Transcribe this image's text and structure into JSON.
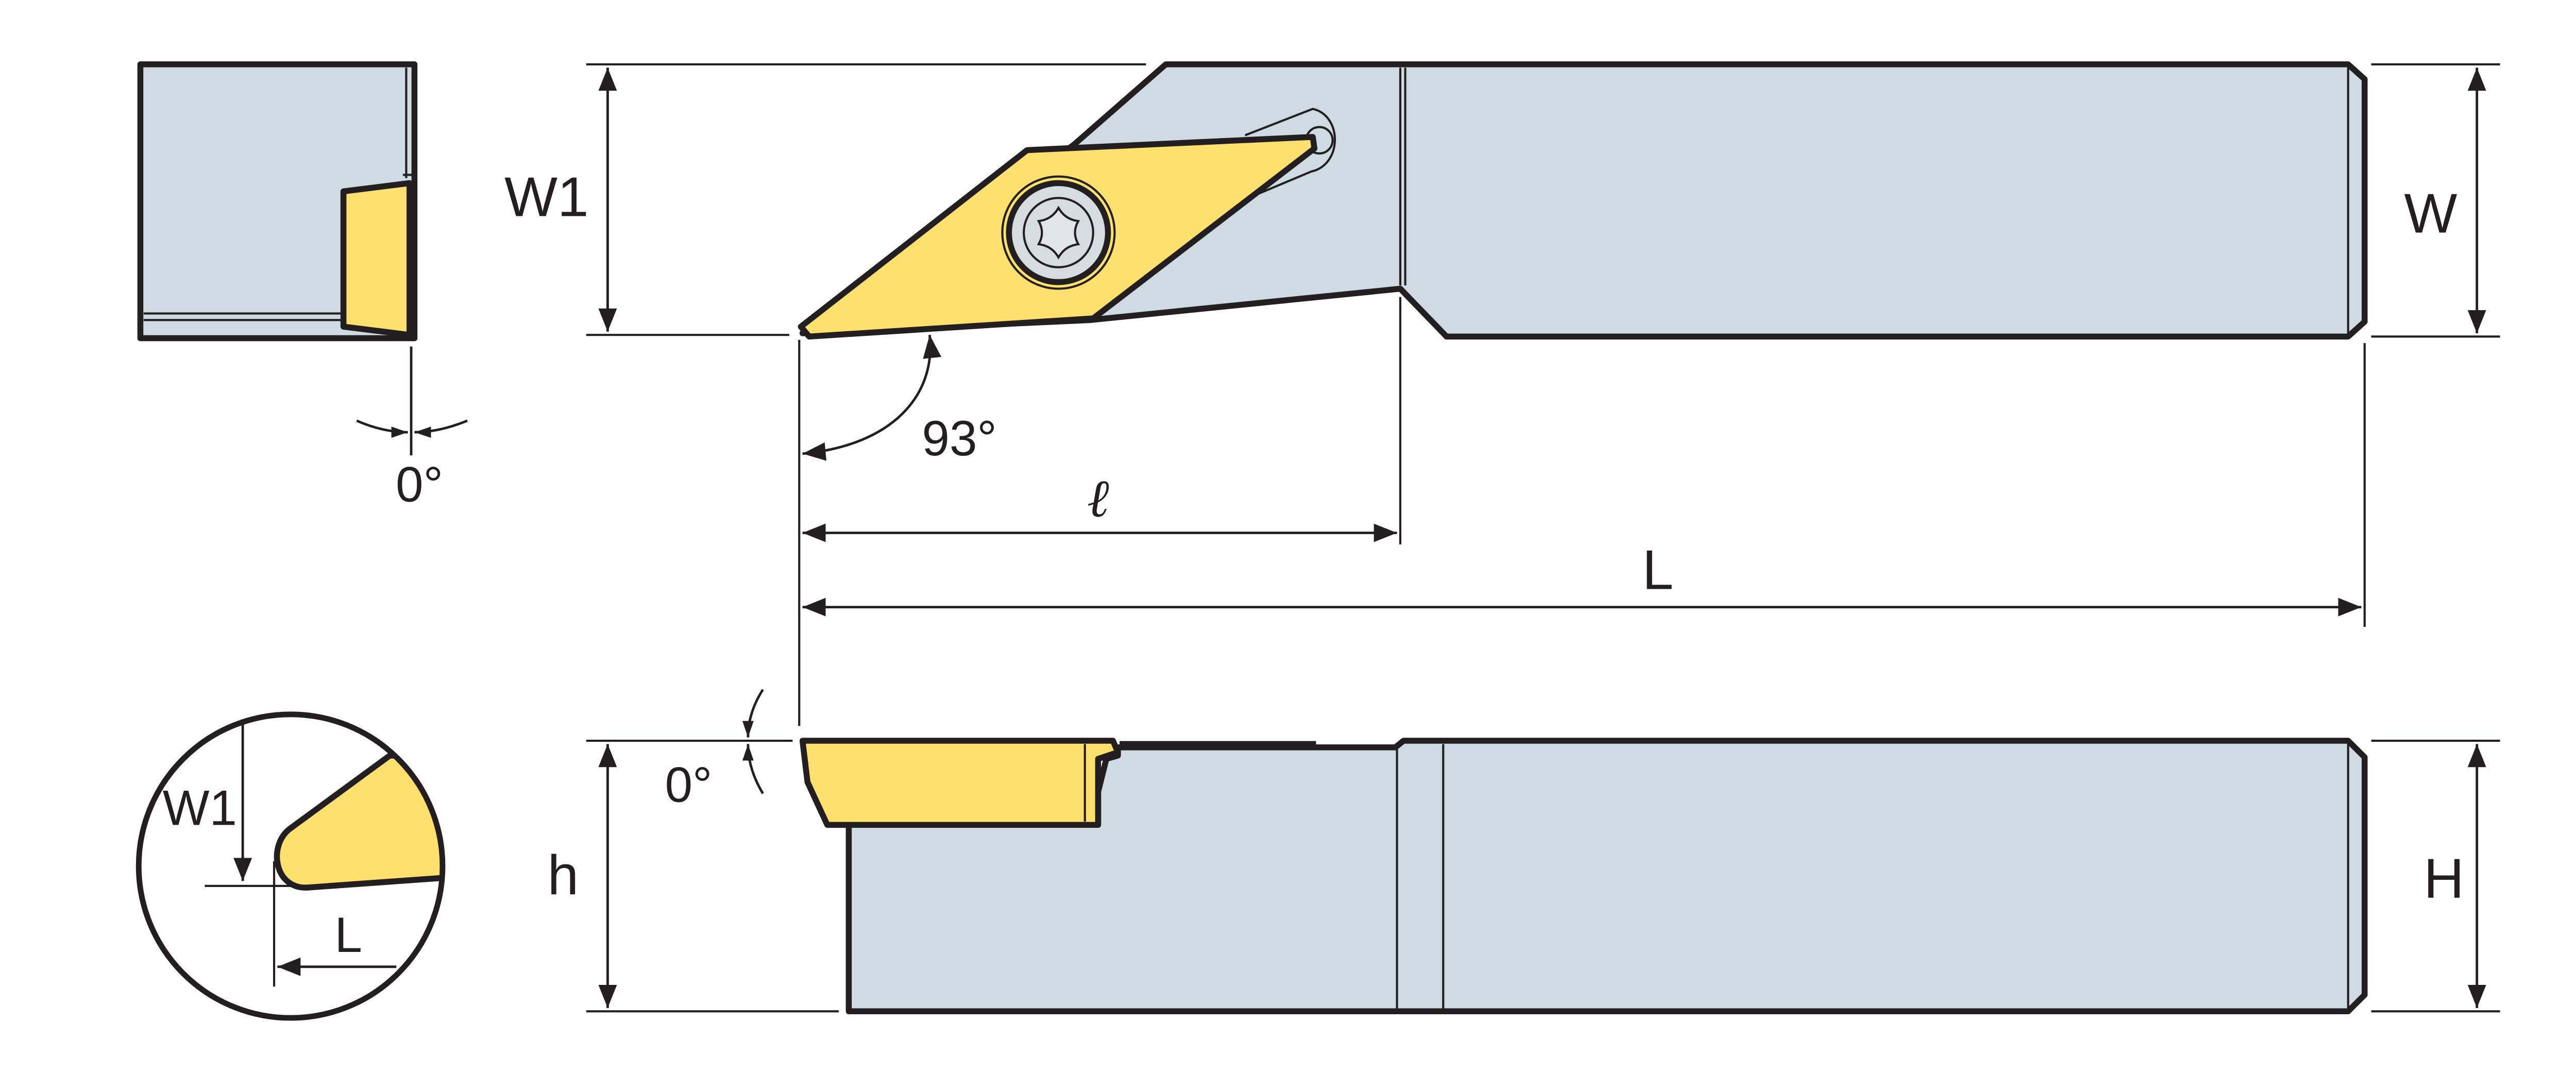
{
  "labels": {
    "w1_top": "W1",
    "w_right": "W",
    "angle_approach": "93°",
    "ell_length": "ℓ",
    "l_total": "L",
    "angle_end_view": "0°",
    "angle_side_view": "0°",
    "h_side_left": "h",
    "h_side_right": "H",
    "detail_w1": "W1",
    "detail_l": "L"
  },
  "colors": {
    "steel": "#cfdbe2",
    "insert": "#ffdf6e",
    "outline": "#231f20"
  }
}
